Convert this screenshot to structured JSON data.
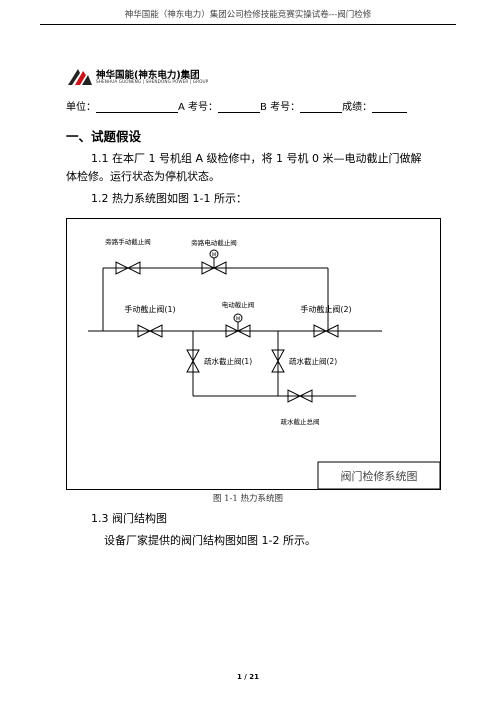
{
  "header": {
    "title": "神华国能（神东电力）集团公司检修技能竞赛实操试卷---阀门检修"
  },
  "logo": {
    "name": "神华国能(神东电力)集团",
    "subtitle": "SHENHUA GUONENG | SHENDONG POWER | GROUP"
  },
  "fields": {
    "unit_label": "单位：",
    "a_label": "A 考号：",
    "b_label": "B 考号：",
    "score_label": "成绩："
  },
  "section": {
    "title": "一、试题假设",
    "p1_1": "1.1 在本厂 1 号机组 A 级检修中，将 1 号机 0 米—电动截止门做解",
    "p1_2": "体检修。运行状态为停机状态。",
    "p1_3": "1.2 热力系统图如图 1-1 所示：",
    "p1_4": "1.3 阀门结构图",
    "p1_5": "设备厂家提供的阀门结构图如图 1-2 所示。"
  },
  "diagram": {
    "valve_labels": {
      "bypass_manual": "旁路手动截止阀",
      "bypass_electric": "旁路电动截止阀",
      "manual_1": "手动截止阀(1)",
      "electric": "电动截止阀",
      "manual_2": "手动截止阀(2)",
      "drain_1": "疏水截止阀(1)",
      "drain_2": "疏水截止阀(2)",
      "drain_total": "疏水截止总阀"
    },
    "motor_symbol": "M",
    "title_block": "阀门检修系统图"
  },
  "caption": "图 1-1  热力系统图",
  "page": {
    "number": "1 / 21"
  }
}
